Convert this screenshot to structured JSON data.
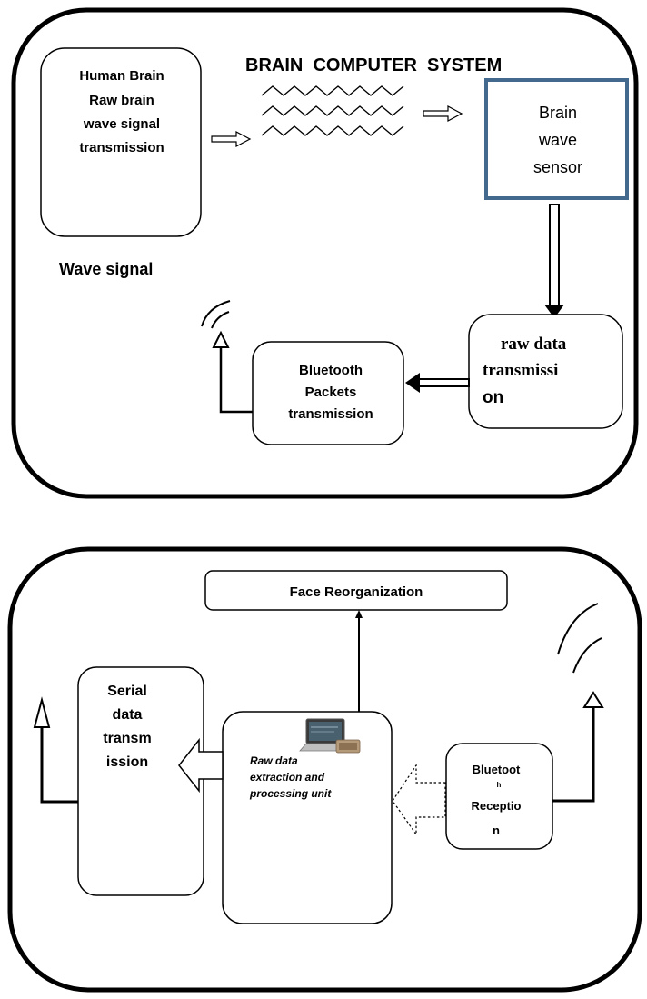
{
  "diagram_top": {
    "title": "BRAIN  COMPUTER  SYSTEM",
    "human_brain_box": {
      "lines": [
        "Human Brain",
        "Raw brain",
        "wave signal",
        "transmission"
      ]
    },
    "wave_signal_label": "Wave signal",
    "sensor_box": {
      "lines": [
        "Brain",
        "wave",
        "sensor"
      ],
      "border_color": "#44698f"
    },
    "raw_data_box": {
      "lines": [
        "raw data",
        "transmissi",
        "on"
      ]
    },
    "bluetooth_box": {
      "lines": [
        "Bluetooth",
        "Packets",
        "transmission"
      ]
    },
    "antenna_icon": "antenna-icon"
  },
  "diagram_bottom": {
    "face_box": {
      "label": "Face Reorganization"
    },
    "serial_box": {
      "lines": [
        "Serial",
        "data",
        "transm",
        "ission"
      ]
    },
    "processing_box": {
      "lines": [
        "Raw data",
        "extraction and",
        "processing unit"
      ]
    },
    "reception_box": {
      "lines": [
        "Bluetoot",
        "h",
        "Receptio",
        "n"
      ]
    },
    "laptop_icon": "laptop-icon",
    "antenna_icon": "antenna-icon"
  }
}
